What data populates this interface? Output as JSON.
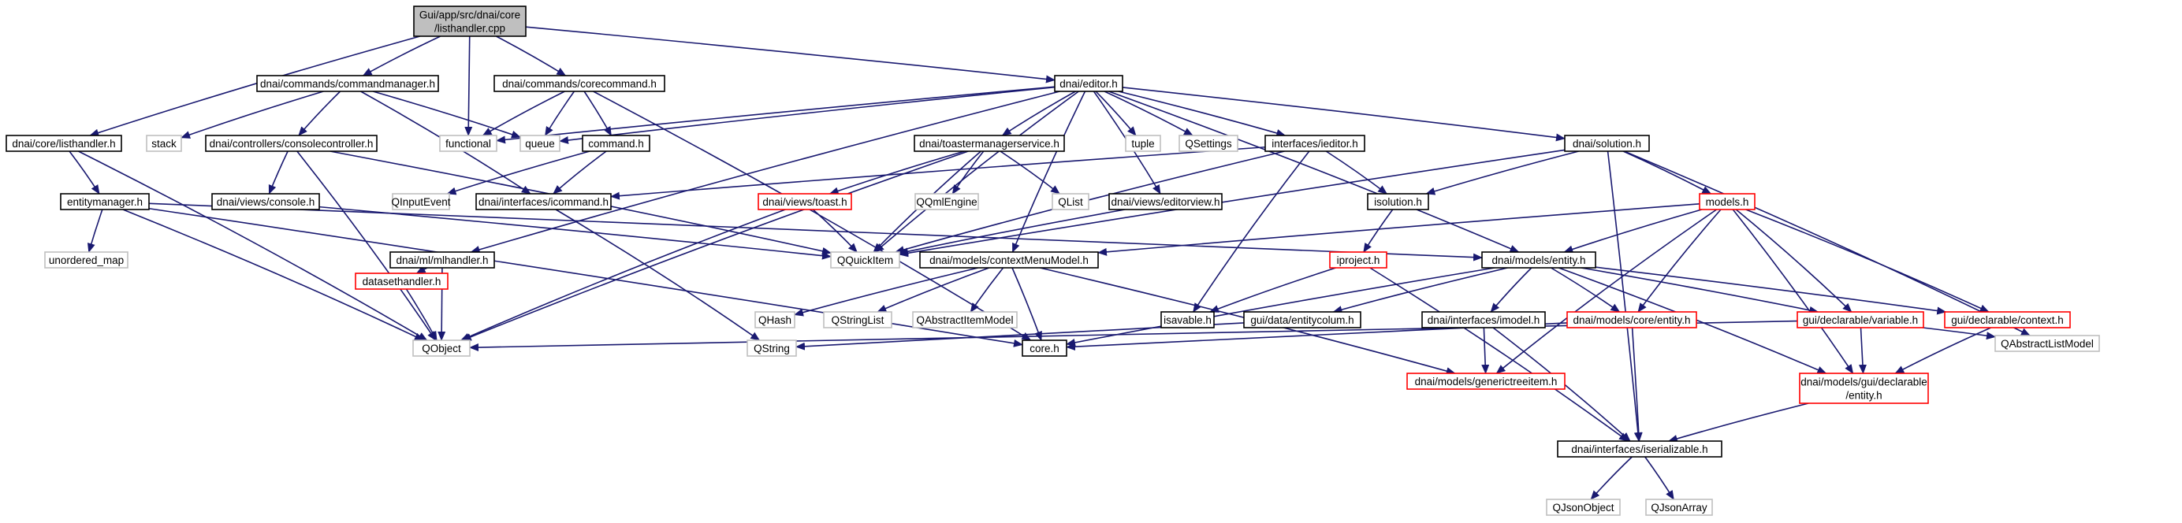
{
  "graph": {
    "title": "",
    "colors": {
      "edge": "#191970",
      "node_default_border": "#000000",
      "node_gray_border": "#bfbfbf",
      "node_incomplete_border": "#ff0000",
      "node_root_fill": "#bfbfbf",
      "node_fill": "#ffffff"
    },
    "nodes": [
      {
        "id": "root",
        "lines": [
          "Gui/app/src/dnai/core",
          "/listhandler.cpp"
        ],
        "kind": "root"
      },
      {
        "id": "cmdmgr",
        "lines": [
          "dnai/commands/commandmanager.h"
        ],
        "kind": "normal"
      },
      {
        "id": "corecmd",
        "lines": [
          "dnai/commands/corecommand.h"
        ],
        "kind": "normal"
      },
      {
        "id": "editor",
        "lines": [
          "dnai/editor.h"
        ],
        "kind": "normal"
      },
      {
        "id": "listhandler_h",
        "lines": [
          "dnai/core/listhandler.h"
        ],
        "kind": "normal"
      },
      {
        "id": "stack",
        "lines": [
          "stack"
        ],
        "kind": "gray"
      },
      {
        "id": "consolectl",
        "lines": [
          "dnai/controllers/consolecontroller.h"
        ],
        "kind": "normal"
      },
      {
        "id": "functional",
        "lines": [
          "functional"
        ],
        "kind": "gray"
      },
      {
        "id": "queue",
        "lines": [
          "queue"
        ],
        "kind": "gray"
      },
      {
        "id": "command",
        "lines": [
          "command.h"
        ],
        "kind": "normal"
      },
      {
        "id": "toaster",
        "lines": [
          "dnai/toastermanagerservice.h"
        ],
        "kind": "normal"
      },
      {
        "id": "tuple",
        "lines": [
          "tuple"
        ],
        "kind": "gray"
      },
      {
        "id": "qsettings",
        "lines": [
          "QSettings"
        ],
        "kind": "gray"
      },
      {
        "id": "ieditor",
        "lines": [
          "interfaces/ieditor.h"
        ],
        "kind": "normal"
      },
      {
        "id": "solution",
        "lines": [
          "dnai/solution.h"
        ],
        "kind": "normal"
      },
      {
        "id": "entitymgr",
        "lines": [
          "entitymanager.h"
        ],
        "kind": "normal"
      },
      {
        "id": "console",
        "lines": [
          "dnai/views/console.h"
        ],
        "kind": "normal"
      },
      {
        "id": "qinputevent",
        "lines": [
          "QInputEvent"
        ],
        "kind": "gray"
      },
      {
        "id": "icommand",
        "lines": [
          "dnai/interfaces/icommand.h"
        ],
        "kind": "normal"
      },
      {
        "id": "toast",
        "lines": [
          "dnai/views/toast.h"
        ],
        "kind": "red"
      },
      {
        "id": "qqmlengine",
        "lines": [
          "QQmlEngine"
        ],
        "kind": "gray"
      },
      {
        "id": "qlist",
        "lines": [
          "QList"
        ],
        "kind": "gray"
      },
      {
        "id": "editorview",
        "lines": [
          "dnai/views/editorview.h"
        ],
        "kind": "normal"
      },
      {
        "id": "isolution",
        "lines": [
          "isolution.h"
        ],
        "kind": "normal"
      },
      {
        "id": "models",
        "lines": [
          "models.h"
        ],
        "kind": "red"
      },
      {
        "id": "unordered_map",
        "lines": [
          "unordered_map"
        ],
        "kind": "gray"
      },
      {
        "id": "mlhandler",
        "lines": [
          "dnai/ml/mlhandler.h"
        ],
        "kind": "normal"
      },
      {
        "id": "qquickitem",
        "lines": [
          "QQuickItem"
        ],
        "kind": "gray"
      },
      {
        "id": "contextmenu",
        "lines": [
          "dnai/models/contextMenuModel.h"
        ],
        "kind": "normal"
      },
      {
        "id": "iproject",
        "lines": [
          "iproject.h"
        ],
        "kind": "red"
      },
      {
        "id": "entity_h",
        "lines": [
          "dnai/models/entity.h"
        ],
        "kind": "normal"
      },
      {
        "id": "datasethandler",
        "lines": [
          "datasethandler.h"
        ],
        "kind": "red"
      },
      {
        "id": "qhash",
        "lines": [
          "QHash"
        ],
        "kind": "gray"
      },
      {
        "id": "qstringlist",
        "lines": [
          "QStringList"
        ],
        "kind": "gray"
      },
      {
        "id": "qabstractitemmodel",
        "lines": [
          "QAbstractItemModel"
        ],
        "kind": "gray"
      },
      {
        "id": "isavable",
        "lines": [
          "isavable.h"
        ],
        "kind": "normal"
      },
      {
        "id": "entitycolum",
        "lines": [
          "gui/data/entitycolum.h"
        ],
        "kind": "normal"
      },
      {
        "id": "imodel",
        "lines": [
          "dnai/interfaces/imodel.h"
        ],
        "kind": "normal"
      },
      {
        "id": "coreentity",
        "lines": [
          "dnai/models/core/entity.h"
        ],
        "kind": "red"
      },
      {
        "id": "variable",
        "lines": [
          "gui/declarable/variable.h"
        ],
        "kind": "red"
      },
      {
        "id": "context",
        "lines": [
          "gui/declarable/context.h"
        ],
        "kind": "red"
      },
      {
        "id": "qobject",
        "lines": [
          "QObject"
        ],
        "kind": "gray"
      },
      {
        "id": "qstring",
        "lines": [
          "QString"
        ],
        "kind": "gray"
      },
      {
        "id": "core_h",
        "lines": [
          "core.h"
        ],
        "kind": "normal"
      },
      {
        "id": "generictreeitem",
        "lines": [
          "dnai/models/generictreeitem.h"
        ],
        "kind": "red"
      },
      {
        "id": "guientity",
        "lines": [
          "dnai/models/gui/declarable",
          "/entity.h"
        ],
        "kind": "red"
      },
      {
        "id": "qabstractlistmodel",
        "lines": [
          "QAbstractListModel"
        ],
        "kind": "gray"
      },
      {
        "id": "iserializable",
        "lines": [
          "dnai/interfaces/iserializable.h"
        ],
        "kind": "normal"
      },
      {
        "id": "qjsonobject",
        "lines": [
          "QJsonObject"
        ],
        "kind": "gray"
      },
      {
        "id": "qjsonarray",
        "lines": [
          "QJsonArray"
        ],
        "kind": "gray"
      }
    ],
    "edges": [
      [
        "root",
        "cmdmgr"
      ],
      [
        "root",
        "corecmd"
      ],
      [
        "root",
        "editor"
      ],
      [
        "root",
        "listhandler_h"
      ],
      [
        "root",
        "functional"
      ],
      [
        "cmdmgr",
        "stack"
      ],
      [
        "cmdmgr",
        "consolectl"
      ],
      [
        "cmdmgr",
        "queue"
      ],
      [
        "cmdmgr",
        "icommand"
      ],
      [
        "corecmd",
        "functional"
      ],
      [
        "corecmd",
        "queue"
      ],
      [
        "corecmd",
        "command"
      ],
      [
        "corecmd",
        "core_h"
      ],
      [
        "editor",
        "functional"
      ],
      [
        "editor",
        "queue"
      ],
      [
        "editor",
        "toaster"
      ],
      [
        "editor",
        "tuple"
      ],
      [
        "editor",
        "qsettings"
      ],
      [
        "editor",
        "ieditor"
      ],
      [
        "editor",
        "solution"
      ],
      [
        "editor",
        "editorview"
      ],
      [
        "editor",
        "qquickitem"
      ],
      [
        "editor",
        "contextmenu"
      ],
      [
        "editor",
        "mlhandler"
      ],
      [
        "editor",
        "entity_h"
      ],
      [
        "listhandler_h",
        "entitymgr"
      ],
      [
        "listhandler_h",
        "qobject"
      ],
      [
        "consolectl",
        "console"
      ],
      [
        "consolectl",
        "qobject"
      ],
      [
        "consolectl",
        "qquickitem"
      ],
      [
        "command",
        "icommand"
      ],
      [
        "command",
        "qinputevent"
      ],
      [
        "toaster",
        "toast"
      ],
      [
        "toaster",
        "qqmlengine"
      ],
      [
        "toaster",
        "qlist"
      ],
      [
        "toaster",
        "qquickitem"
      ],
      [
        "toaster",
        "qobject"
      ],
      [
        "ieditor",
        "isolution"
      ],
      [
        "ieditor",
        "qquickitem"
      ],
      [
        "ieditor",
        "isavable"
      ],
      [
        "ieditor",
        "icommand"
      ],
      [
        "solution",
        "isolution"
      ],
      [
        "solution",
        "models"
      ],
      [
        "solution",
        "qquickitem"
      ],
      [
        "solution",
        "qabstractlistmodel"
      ],
      [
        "solution",
        "iserializable"
      ],
      [
        "entitymgr",
        "unordered_map"
      ],
      [
        "entitymgr",
        "qobject"
      ],
      [
        "entitymgr",
        "entity_h"
      ],
      [
        "entitymgr",
        "core_h"
      ],
      [
        "console",
        "qquickitem"
      ],
      [
        "icommand",
        "qstring"
      ],
      [
        "toast",
        "qquickitem"
      ],
      [
        "toast",
        "qobject"
      ],
      [
        "editorview",
        "qquickitem"
      ],
      [
        "isolution",
        "iproject"
      ],
      [
        "models",
        "entity_h"
      ],
      [
        "models",
        "contextmenu"
      ],
      [
        "models",
        "coreentity"
      ],
      [
        "models",
        "variable"
      ],
      [
        "models",
        "context"
      ],
      [
        "models",
        "guientity"
      ],
      [
        "models",
        "generictreeitem"
      ],
      [
        "mlhandler",
        "datasethandler"
      ],
      [
        "mlhandler",
        "qobject"
      ],
      [
        "contextmenu",
        "qhash"
      ],
      [
        "contextmenu",
        "qstringlist"
      ],
      [
        "contextmenu",
        "qabstractitemmodel"
      ],
      [
        "contextmenu",
        "core_h"
      ],
      [
        "contextmenu",
        "generictreeitem"
      ],
      [
        "iproject",
        "isavable"
      ],
      [
        "iproject",
        "iserializable"
      ],
      [
        "entity_h",
        "entitycolum"
      ],
      [
        "entity_h",
        "imodel"
      ],
      [
        "entity_h",
        "coreentity"
      ],
      [
        "entity_h",
        "variable"
      ],
      [
        "entity_h",
        "context"
      ],
      [
        "entity_h",
        "guientity"
      ],
      [
        "entity_h",
        "core_h"
      ],
      [
        "datasethandler",
        "qobject"
      ],
      [
        "entitycolum",
        "qstring"
      ],
      [
        "imodel",
        "generictreeitem"
      ],
      [
        "imodel",
        "iserializable"
      ],
      [
        "coreentity",
        "core_h"
      ],
      [
        "coreentity",
        "iserializable"
      ],
      [
        "variable",
        "guientity"
      ],
      [
        "variable",
        "qabstractlistmodel"
      ],
      [
        "variable",
        "qobject"
      ],
      [
        "context",
        "guientity"
      ],
      [
        "guientity",
        "iserializable"
      ],
      [
        "iserializable",
        "qjsonobject"
      ],
      [
        "iserializable",
        "qjsonarray"
      ]
    ]
  }
}
